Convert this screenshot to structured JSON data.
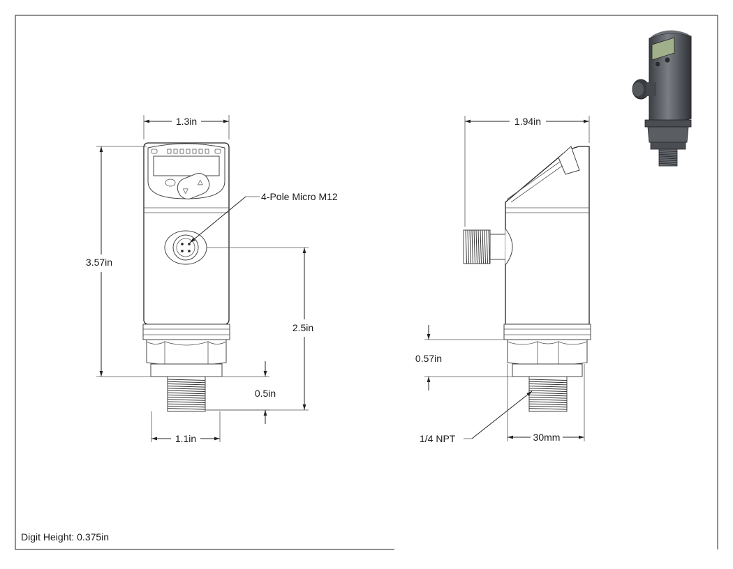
{
  "drawing": {
    "dimensions": {
      "front_width_top": "1.3in",
      "front_height_total": "3.57in",
      "connector_to_bottom": "2.5in",
      "thread_length": "0.5in",
      "thread_width": "1.1in",
      "side_width": "1.94in",
      "hex_height": "0.57in",
      "hex_width_mm": "30mm"
    },
    "callouts": {
      "connector": "4-Pole Micro M12",
      "thread_type": "1/4 NPT"
    },
    "footer": {
      "note": "Digit Height: 0.375in"
    },
    "colors": {
      "ink": "#222222",
      "body_fill": "#ffffff",
      "photo_body": "#5a5d62",
      "photo_display": "#9fb08a"
    }
  }
}
